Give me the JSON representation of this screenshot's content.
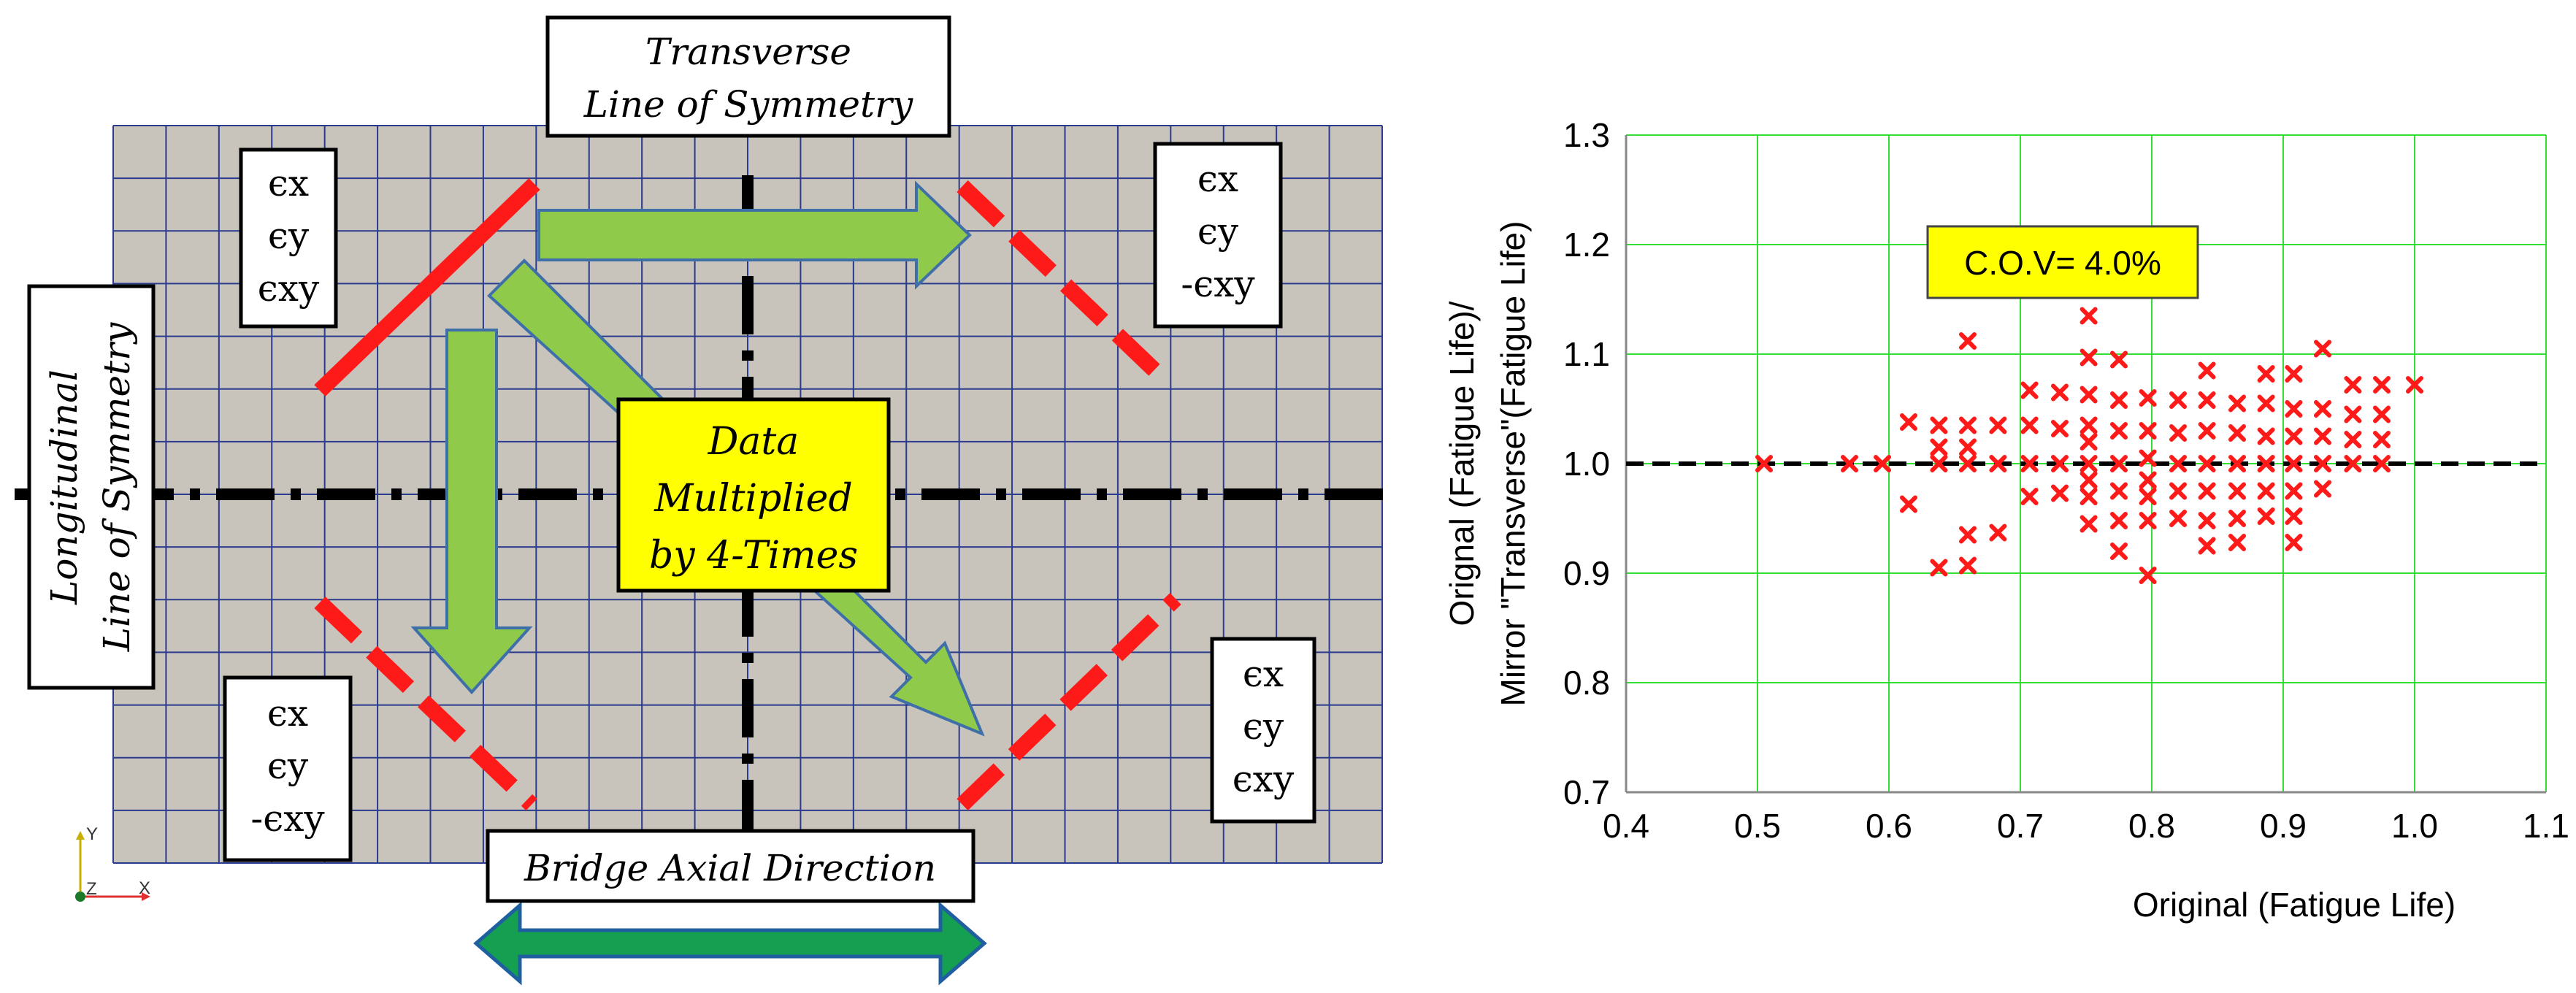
{
  "diagram": {
    "transverse_label": [
      "Transverse",
      "Line of Symmetry"
    ],
    "longitudinal_label": [
      "Longitudinal",
      "Line of Symmetry"
    ],
    "center_label": [
      "Data",
      "Multiplied",
      "by 4-Times"
    ],
    "bridge_label": "Bridge Axial Direction",
    "strain_top_left": [
      "ϵx",
      "ϵy",
      "ϵxy"
    ],
    "strain_top_right": [
      "ϵx",
      "ϵy",
      "-ϵxy"
    ],
    "strain_bottom_left": [
      "ϵx",
      "ϵy",
      "-ϵxy"
    ],
    "strain_bottom_right": [
      "ϵx",
      "ϵy",
      "ϵxy"
    ],
    "axes_triad": {
      "y": "Y",
      "z": "Z",
      "x": "X"
    },
    "colors": {
      "grid_bg": "#c8c4bc",
      "grid_line": "#2a3a8c",
      "red": "#ff1a1a",
      "green": "#8fca4a",
      "arrow_edge": "#3f6fa8",
      "yellow": "#ffff00",
      "dark_green": "#14a050",
      "blue_edge": "#1f5fa0"
    }
  },
  "chart_data": {
    "type": "scatter",
    "xlabel": "Original (Fatigue Life)",
    "ylabel": [
      "Orignal (Fatigue Life)/",
      "Mirror \"Transverse\"(Fatigue Life)"
    ],
    "xlim": [
      0.4,
      1.1
    ],
    "ylim": [
      0.7,
      1.3
    ],
    "xticks": [
      "0.4",
      "0.5",
      "0.6",
      "0.7",
      "0.8",
      "0.9",
      "1.0",
      "1.1"
    ],
    "yticks": [
      "0.7",
      "0.8",
      "0.9",
      "1.0",
      "1.1",
      "1.2",
      "1.3"
    ],
    "grid": true,
    "reference_line_y": 1.0,
    "annotation": "C.O.V= 4.0%",
    "marker_color": "#ff1a1a",
    "points": [
      [
        0.505,
        1.0
      ],
      [
        0.57,
        1.0
      ],
      [
        0.595,
        1.0
      ],
      [
        0.615,
        1.038
      ],
      [
        0.615,
        0.963
      ],
      [
        0.638,
        1.035
      ],
      [
        0.638,
        1.015
      ],
      [
        0.638,
        1.0
      ],
      [
        0.638,
        0.905
      ],
      [
        0.66,
        1.112
      ],
      [
        0.66,
        1.035
      ],
      [
        0.66,
        1.015
      ],
      [
        0.66,
        1.0
      ],
      [
        0.66,
        0.935
      ],
      [
        0.66,
        0.907
      ],
      [
        0.683,
        1.035
      ],
      [
        0.683,
        1.0
      ],
      [
        0.683,
        0.937
      ],
      [
        0.707,
        1.067
      ],
      [
        0.707,
        1.035
      ],
      [
        0.707,
        1.0
      ],
      [
        0.707,
        0.97
      ],
      [
        0.73,
        1.065
      ],
      [
        0.73,
        1.032
      ],
      [
        0.73,
        1.0
      ],
      [
        0.73,
        0.973
      ],
      [
        0.752,
        1.135
      ],
      [
        0.752,
        1.097
      ],
      [
        0.752,
        1.063
      ],
      [
        0.752,
        1.035
      ],
      [
        0.752,
        1.02
      ],
      [
        0.752,
        1.0
      ],
      [
        0.752,
        0.985
      ],
      [
        0.752,
        0.97
      ],
      [
        0.752,
        0.945
      ],
      [
        0.775,
        1.095
      ],
      [
        0.775,
        1.058
      ],
      [
        0.775,
        1.03
      ],
      [
        0.775,
        1.0
      ],
      [
        0.775,
        0.975
      ],
      [
        0.775,
        0.948
      ],
      [
        0.775,
        0.92
      ],
      [
        0.797,
        1.06
      ],
      [
        0.797,
        1.03
      ],
      [
        0.797,
        1.005
      ],
      [
        0.797,
        0.985
      ],
      [
        0.797,
        0.97
      ],
      [
        0.797,
        0.948
      ],
      [
        0.797,
        0.898
      ],
      [
        0.82,
        1.058
      ],
      [
        0.82,
        1.028
      ],
      [
        0.82,
        1.0
      ],
      [
        0.82,
        0.975
      ],
      [
        0.82,
        0.95
      ],
      [
        0.842,
        1.085
      ],
      [
        0.842,
        1.058
      ],
      [
        0.842,
        1.03
      ],
      [
        0.842,
        1.0
      ],
      [
        0.842,
        0.975
      ],
      [
        0.842,
        0.948
      ],
      [
        0.842,
        0.925
      ],
      [
        0.865,
        1.055
      ],
      [
        0.865,
        1.028
      ],
      [
        0.865,
        1.0
      ],
      [
        0.865,
        0.975
      ],
      [
        0.865,
        0.95
      ],
      [
        0.865,
        0.928
      ],
      [
        0.887,
        1.082
      ],
      [
        0.887,
        1.055
      ],
      [
        0.887,
        1.025
      ],
      [
        0.887,
        1.0
      ],
      [
        0.887,
        0.975
      ],
      [
        0.887,
        0.952
      ],
      [
        0.908,
        1.082
      ],
      [
        0.908,
        1.05
      ],
      [
        0.908,
        1.025
      ],
      [
        0.908,
        1.0
      ],
      [
        0.908,
        0.975
      ],
      [
        0.908,
        0.952
      ],
      [
        0.908,
        0.928
      ],
      [
        0.93,
        1.105
      ],
      [
        0.93,
        1.05
      ],
      [
        0.93,
        1.025
      ],
      [
        0.93,
        1.0
      ],
      [
        0.93,
        0.977
      ],
      [
        0.953,
        1.072
      ],
      [
        0.953,
        1.045
      ],
      [
        0.953,
        1.022
      ],
      [
        0.953,
        1.0
      ],
      [
        0.975,
        1.072
      ],
      [
        0.975,
        1.045
      ],
      [
        0.975,
        1.022
      ],
      [
        0.975,
        1.0
      ],
      [
        1.0,
        1.072
      ]
    ]
  }
}
